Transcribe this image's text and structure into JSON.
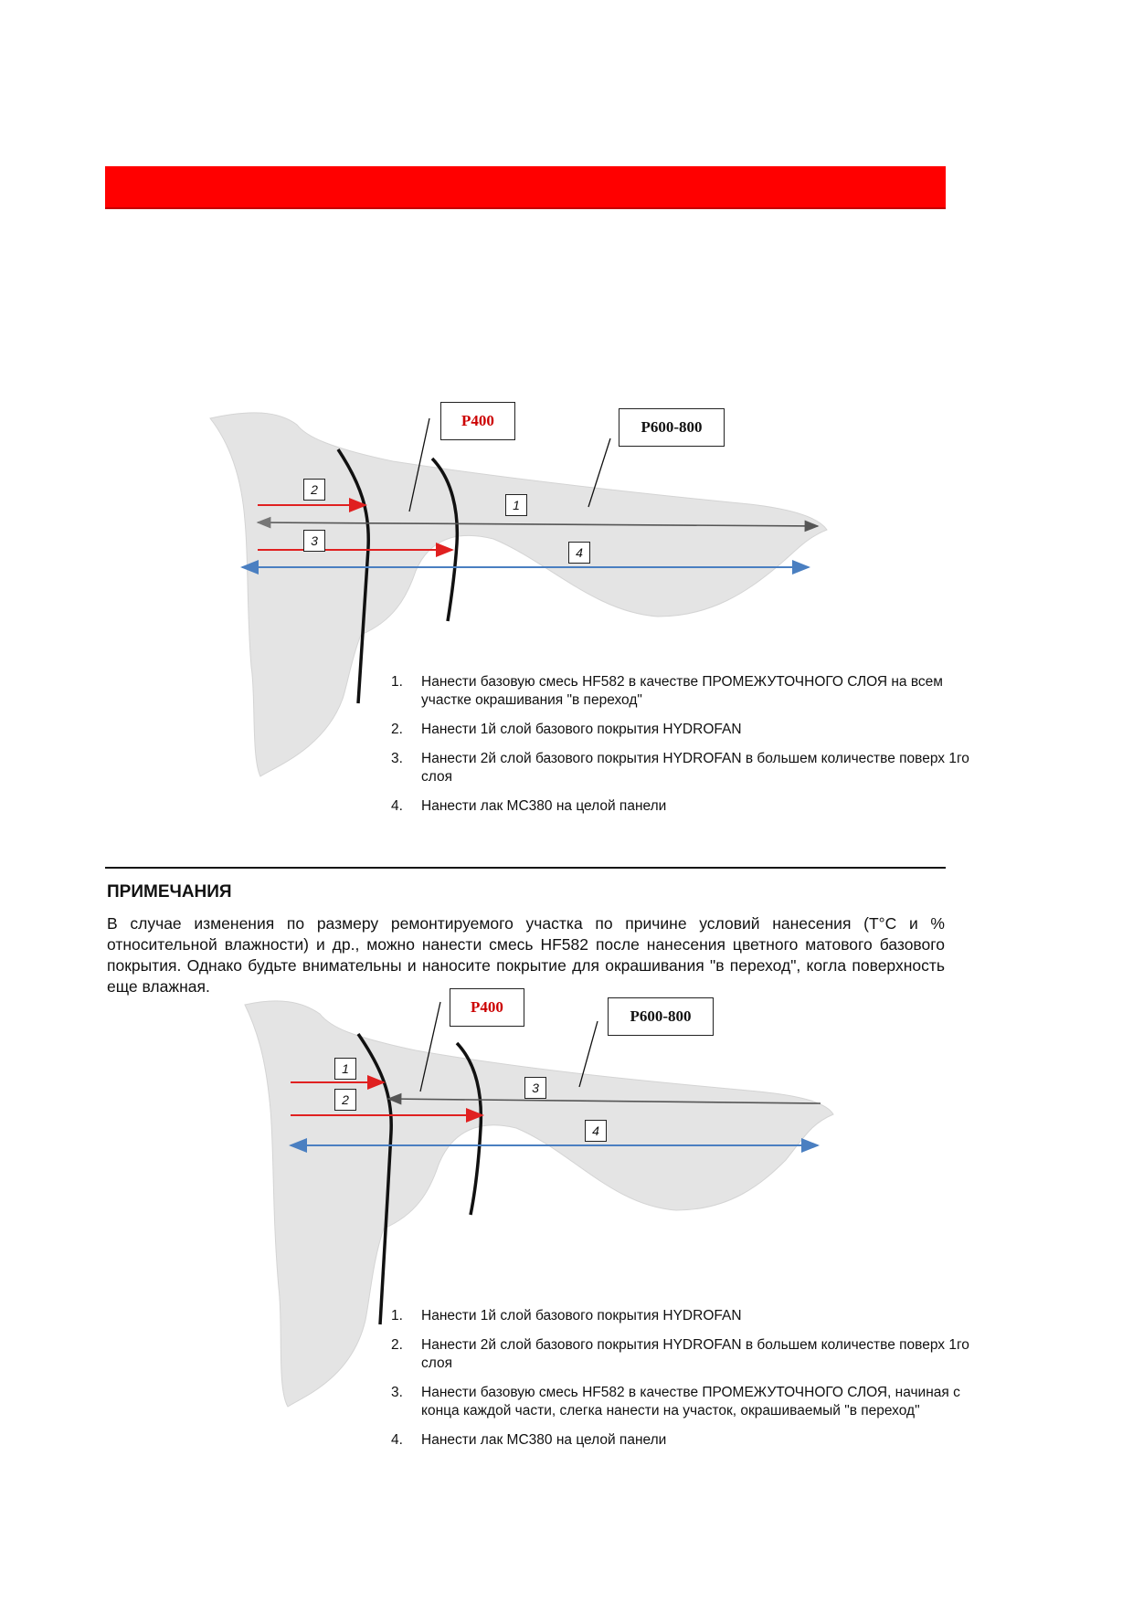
{
  "diagram1": {
    "grit_left": "P400",
    "grit_right": "P600-800",
    "markers": [
      "1",
      "2",
      "3",
      "4"
    ],
    "steps": [
      {
        "num": "1.",
        "text": "Нанести базовую смесь HF582 в качестве ПРОМЕЖУТОЧНОГО СЛОЯ на всем участке окрашивания \"в переход\""
      },
      {
        "num": "2.",
        "text": "Нанести 1й слой базового покрытия HYDROFAN"
      },
      {
        "num": "3.",
        "text": "Нанести 2й слой базового покрытия HYDROFAN в большем количестве поверх 1го слоя"
      },
      {
        "num": "4.",
        "text": "Нанести лак MC380 на целой панели"
      }
    ]
  },
  "notes": {
    "title": "ПРИМЕЧАНИЯ",
    "text": "В случае изменения по размеру ремонтируемого участка по причине условий нанесения (T°C и % относительной влажности) и др., можно нанести смесь HF582 после нанесения цветного матового базового покрытия. Однако будьте внимательны и наносите покрытие для окрашивания \"в переход\", когла поверхность еще влажная."
  },
  "diagram2": {
    "grit_left": "P400",
    "grit_right": "P600-800",
    "markers": [
      "1",
      "2",
      "3",
      "4"
    ],
    "steps": [
      {
        "num": "1.",
        "text": "Нанести 1й слой базового покрытия HYDROFAN"
      },
      {
        "num": "2.",
        "text": "Нанести 2й слой базового покрытия HYDROFAN в большем количестве поверх 1го слоя"
      },
      {
        "num": "3.",
        "text": "Нанести базовую смесь HF582 в качестве ПРОМЕЖУТОЧНОГО СЛОЯ, начиная с конца каждой части, слегка нанести на участок, окрашиваемый \"в переход\""
      },
      {
        "num": "4.",
        "text": "Нанести лак MC380 на целой панели"
      }
    ]
  },
  "colors": {
    "header_bar": "#ff0000",
    "arrow_red": "#e02020",
    "arrow_blue": "#4a7fc1",
    "arrow_gray": "#666666",
    "panel_fill": "#e4e4e4",
    "grit_red_text": "#cc0000"
  }
}
